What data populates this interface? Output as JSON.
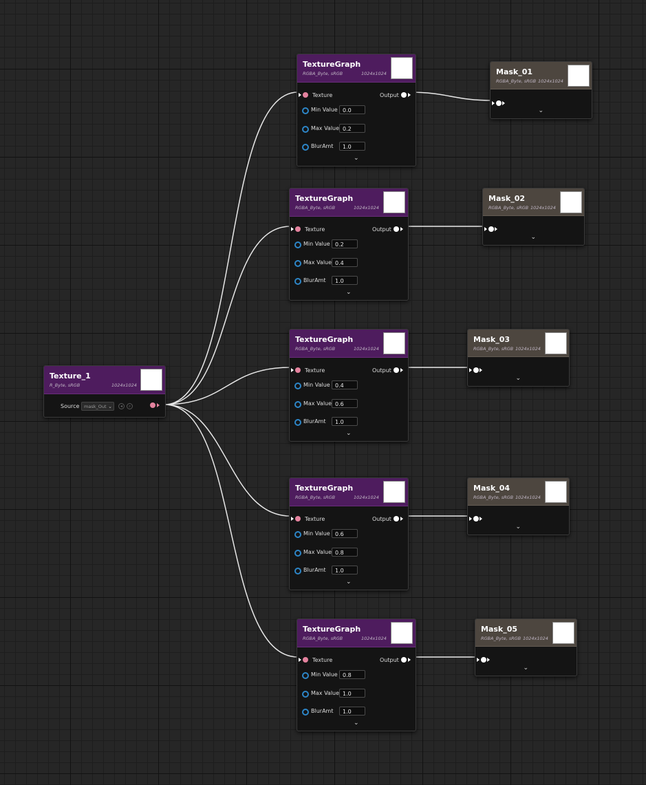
{
  "graph": {
    "input_node": {
      "title": "Texture_1",
      "format": "R_Byte, sRGB",
      "resolution": "1024x1024",
      "source_label": "Source",
      "source_value": "mask_Out"
    },
    "texturegraph_nodes": [
      {
        "title": "TextureGraph",
        "format": "RGBA_Byte, sRGB",
        "resolution": "1024x1024",
        "texture_label": "Texture",
        "output_label": "Output",
        "params": [
          {
            "label": "Min Value",
            "value": "0.0"
          },
          {
            "label": "Max Value",
            "value": "0.2"
          },
          {
            "label": "BlurAmt",
            "value": "1.0"
          }
        ]
      },
      {
        "title": "TextureGraph",
        "format": "RGBA_Byte, sRGB",
        "resolution": "1024x1024",
        "texture_label": "Texture",
        "output_label": "Output",
        "params": [
          {
            "label": "Min Value",
            "value": "0.2"
          },
          {
            "label": "Max Value",
            "value": "0.4"
          },
          {
            "label": "BlurAmt",
            "value": "1.0"
          }
        ]
      },
      {
        "title": "TextureGraph",
        "format": "RGBA_Byte, sRGB",
        "resolution": "1024x1024",
        "texture_label": "Texture",
        "output_label": "Output",
        "params": [
          {
            "label": "Min Value",
            "value": "0.4"
          },
          {
            "label": "Max Value",
            "value": "0.6"
          },
          {
            "label": "BlurAmt",
            "value": "1.0"
          }
        ]
      },
      {
        "title": "TextureGraph",
        "format": "RGBA_Byte, sRGB",
        "resolution": "1024x1024",
        "texture_label": "Texture",
        "output_label": "Output",
        "params": [
          {
            "label": "Min Value",
            "value": "0.6"
          },
          {
            "label": "Max Value",
            "value": "0.8"
          },
          {
            "label": "BlurAmt",
            "value": "1.0"
          }
        ]
      },
      {
        "title": "TextureGraph",
        "format": "RGBA_Byte, sRGB",
        "resolution": "1024x1024",
        "texture_label": "Texture",
        "output_label": "Output",
        "params": [
          {
            "label": "Min Value",
            "value": "0.8"
          },
          {
            "label": "Max Value",
            "value": "1.0"
          },
          {
            "label": "BlurAmt",
            "value": "1.0"
          }
        ]
      }
    ],
    "output_nodes": [
      {
        "title": "Mask_01",
        "format": "RGBA_Byte, sRGB",
        "resolution": "1024x1024"
      },
      {
        "title": "Mask_02",
        "format": "RGBA_Byte, sRGB",
        "resolution": "1024x1024"
      },
      {
        "title": "Mask_03",
        "format": "RGBA_Byte, sRGB",
        "resolution": "1024x1024"
      },
      {
        "title": "Mask_04",
        "format": "RGBA_Byte, sRGB",
        "resolution": "1024x1024"
      },
      {
        "title": "Mask_05",
        "format": "RGBA_Byte, sRGB",
        "resolution": "1024x1024"
      }
    ],
    "colors": {
      "canvas_bg": "#262626",
      "texturegraph_header": "#4e1c5e",
      "output_header": "#4d463f",
      "texture_pin": "#e4829e",
      "param_pin": "#2d86c8",
      "wire": "#ffffff"
    },
    "icons": {
      "expand": "chevron-down-icon",
      "browse": "browse-icon",
      "find": "magnifier-icon"
    }
  }
}
